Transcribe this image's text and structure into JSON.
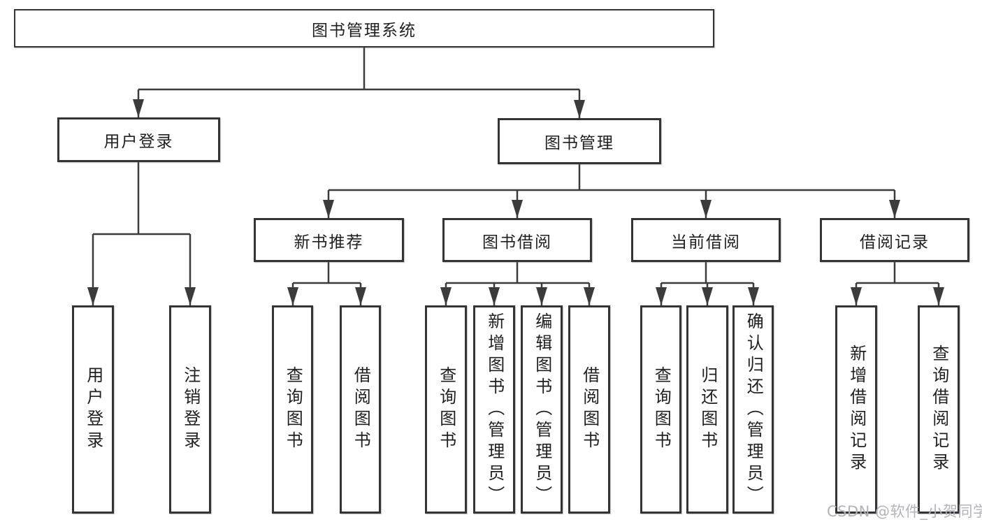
{
  "diagram": {
    "root": {
      "label": "图书管理系统",
      "children": [
        {
          "label": "用户登录",
          "children": [
            {
              "label": "用户登录"
            },
            {
              "label": "注销登录"
            }
          ]
        },
        {
          "label": "图书管理",
          "children": [
            {
              "label": "新书推荐",
              "children": [
                {
                  "label": "查询图书"
                },
                {
                  "label": "借阅图书"
                }
              ]
            },
            {
              "label": "图书借阅",
              "children": [
                {
                  "label": "查询图书"
                },
                {
                  "label": "新增图书（管理员）"
                },
                {
                  "label": "编辑图书（管理员）"
                },
                {
                  "label": "借阅图书"
                }
              ]
            },
            {
              "label": "当前借阅",
              "children": [
                {
                  "label": "查询图书"
                },
                {
                  "label": "归还图书"
                },
                {
                  "label": "确认归还（管理员）"
                }
              ]
            },
            {
              "label": "借阅记录",
              "children": [
                {
                  "label": "新增借阅记录"
                },
                {
                  "label": "查询借阅记录"
                }
              ]
            }
          ]
        }
      ]
    }
  },
  "watermark": {
    "text": "CSDN @软件_小贺同学"
  },
  "colors": {
    "line": "#3b3b3b",
    "box_border": "#343434",
    "text": "#1f1f1f",
    "watermark": "#b3b3b8",
    "background": "#ffffff"
  }
}
